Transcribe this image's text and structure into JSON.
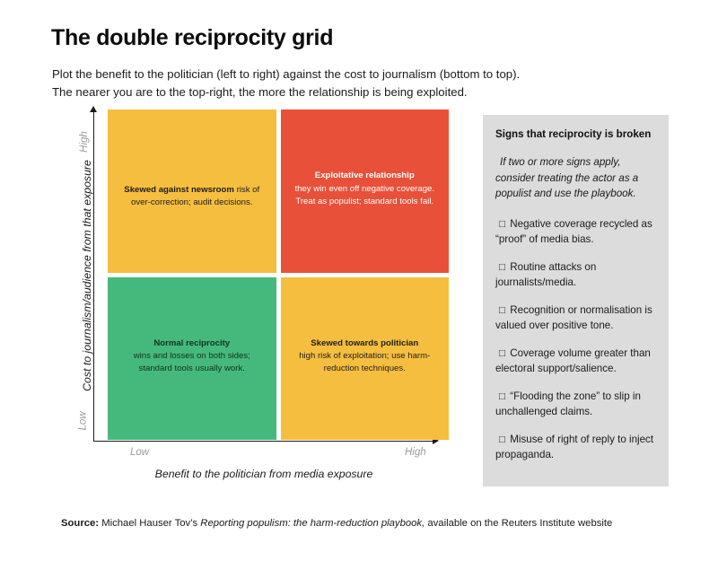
{
  "header": {
    "title": "The double reciprocity grid",
    "subtitle_line1": "Plot the benefit to the politician (left to right) against the cost to journalism (bottom to top).",
    "subtitle_line2": "The nearer you are to the top-right, the more the relationship is being exploited."
  },
  "chart_data": {
    "type": "table",
    "title": "The double reciprocity grid",
    "xlabel": "Benefit to the politician from media exposure",
    "ylabel": "Cost to journalism/audience from that exposure",
    "x_ticks": [
      "Low",
      "High"
    ],
    "y_ticks": [
      "Low",
      "High"
    ],
    "grid": false,
    "legend": "none",
    "quadrants": [
      {
        "position": "top-left",
        "x": "Low",
        "y": "High",
        "lead": "Skewed against newsroom",
        "body": " risk of over-correction; audit decisions.",
        "color": "#F5BE3F"
      },
      {
        "position": "top-right",
        "x": "High",
        "y": "High",
        "lead": "Exploitative relationship",
        "body": "they win even off negative coverage. Treat as populist; standard tools fail.",
        "color": "#E8503A"
      },
      {
        "position": "bottom-left",
        "x": "Low",
        "y": "Low",
        "lead": "Normal reciprocity",
        "body": "wins and losses on both sides; standard tools usually work.",
        "color": "#45B97C"
      },
      {
        "position": "bottom-right",
        "x": "High",
        "y": "Low",
        "lead": "Skewed towards politician",
        "body": "high risk of exploitation; use harm-reduction techniques.",
        "color": "#F5BE3F"
      }
    ]
  },
  "panel": {
    "title": "Signs that reciprocity is broken",
    "intro": "If two or more signs apply, consider treating the actor as a populist and use the playbook.",
    "checkbox_glyph": "□",
    "items": [
      "Negative coverage recycled as “proof” of media bias.",
      "Routine attacks on journalists/media.",
      "Recognition or normalisation is valued over positive tone.",
      "Coverage volume greater than electoral support/salience.",
      "“Flooding the zone” to slip in unchallenged claims.",
      "Misuse of right of reply to inject propaganda."
    ]
  },
  "footer": {
    "source_label": "Source:",
    "source_pre": " Michael Hauser Tov’s ",
    "source_work": "Reporting populism: the harm-reduction playbook,",
    "source_post": " available on the Reuters Institute website"
  },
  "colors": {
    "yellow": "#F5BE3F",
    "red": "#E8503A",
    "green": "#45B97C",
    "panel_bg": "#DCDCDC",
    "axis": "#1a1a1a",
    "tick_text": "#9a9a9a"
  }
}
